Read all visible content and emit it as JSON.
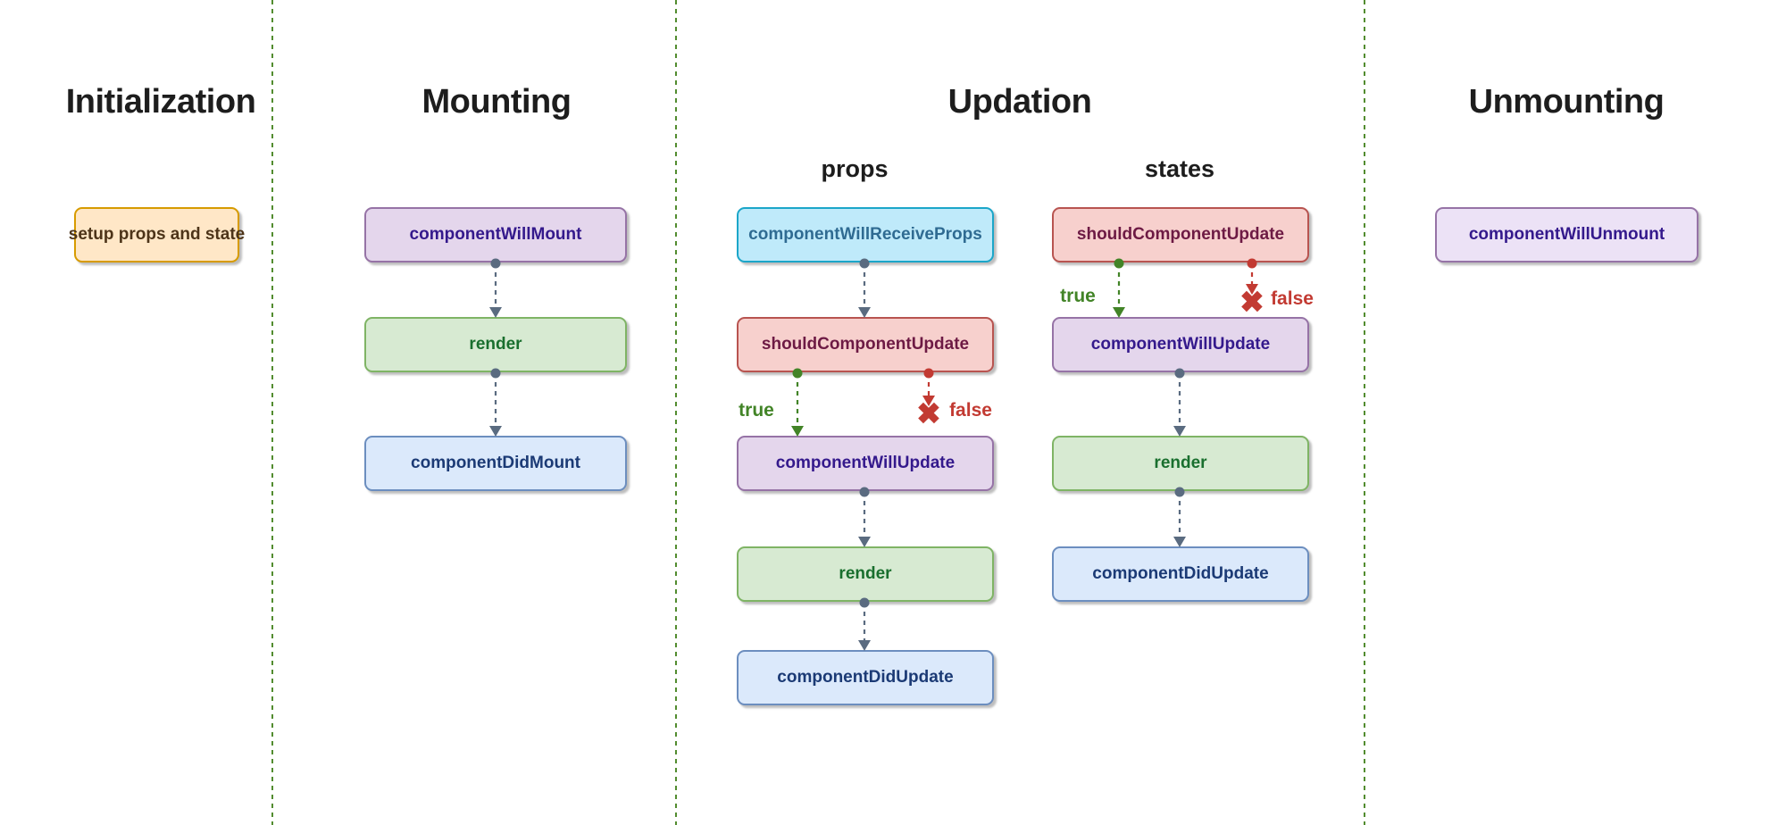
{
  "sections": {
    "initialization": {
      "title": "Initialization"
    },
    "mounting": {
      "title": "Mounting"
    },
    "updation": {
      "title": "Updation",
      "props_label": "props",
      "states_label": "states"
    },
    "unmounting": {
      "title": "Unmounting"
    }
  },
  "nodes": {
    "setup_props_and_state": "setup props and state",
    "component_will_mount": "componentWillMount",
    "render_mounting": "render",
    "component_did_mount": "componentDidMount",
    "component_will_receive_props": "componentWillReceiveProps",
    "should_component_update_props": "shouldComponentUpdate",
    "component_will_update_props": "componentWillUpdate",
    "render_props": "render",
    "component_did_update_props": "componentDidUpdate",
    "should_component_update_states": "shouldComponentUpdate",
    "component_will_update_states": "componentWillUpdate",
    "render_states": "render",
    "component_did_update_states": "componentDidUpdate",
    "component_will_unmount": "componentWillUnmount"
  },
  "branches": {
    "true_label": "true",
    "false_label": "false"
  },
  "icons": {
    "false_cross": "✖"
  },
  "colors": {
    "flow": "#5a6b80",
    "true-green": "#428427",
    "false-red": "#c23a32",
    "separator-green": "#528c2f",
    "title-text": "#1d1d1d",
    "orange-fill": "#ffe7c7",
    "orange-border": "#d79b00",
    "orange-text": "#4d3419",
    "purple-fill": "#e4d6ec",
    "purple-border": "#9673a6",
    "purple-text": "#34198c",
    "lavender-fill": "#ece2f6",
    "green-fill": "#d7ead2",
    "green-border": "#7fb465",
    "green-text": "#196f2e",
    "blue-fill": "#dbe9fb",
    "blue-border": "#6c8ebf",
    "blue-text": "#1b3a75",
    "cyan-fill": "#bfeafa",
    "cyan-border": "#1ba6c9",
    "cyan-text": "#2f6b92",
    "red-fill": "#f7d0cd",
    "red-border": "#b85450",
    "red-text": "#6d1a44"
  }
}
